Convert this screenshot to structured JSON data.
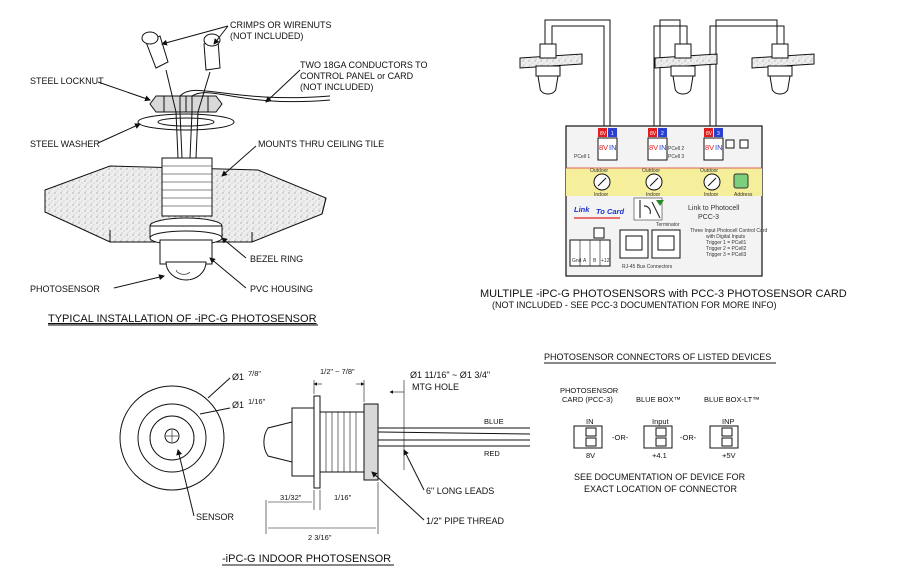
{
  "install": {
    "crimps": [
      "CRIMPS OR WIRENUTS",
      "(NOT INCLUDED)"
    ],
    "conductors": [
      "TWO 18GA CONDUCTORS TO",
      "CONTROL PANEL or CARD",
      "(NOT INCLUDED)"
    ],
    "steel_locknut": "STEEL LOCKNUT",
    "steel_washer": "STEEL WASHER",
    "mounts_thru": "MOUNTS THRU CEILING TILE",
    "bezel_ring": "BEZEL RING",
    "photosensor": "PHOTOSENSOR",
    "pvc_housing": "PVC HOUSING",
    "title": "TYPICAL INSTALLATION OF -iPC-G PHOTOSENSOR"
  },
  "multiple": {
    "title": "MULTIPLE -iPC-G PHOTOSENSORS with PCC-3 PHOTOSENSOR CARD",
    "subtitle": "(NOT INCLUDED - SEE PCC-3 DOCUMENTATION FOR MORE INFO)",
    "card": {
      "channels": [
        "1",
        "2",
        "3"
      ],
      "pin_8v": "8V",
      "pin_in": "IN",
      "pcell": [
        "PCell 1",
        "PCell 2",
        "PCell 3"
      ],
      "outdoor": "Outdoor",
      "indoor": "Indoor",
      "address": "Address",
      "link_to": "Link",
      "to_card": "To Card",
      "link_photocell": "Link to Photocell",
      "pcc3": "PCC-3",
      "terminator": "Terminator",
      "bus_connectors": "RJ-45 Bus Connectors",
      "notes": [
        "Three Input Photocell Control Card",
        "with Digital Inputs",
        "Trigger 1 = PCell1",
        "Trigger 2 = PCell2",
        "Trigger 3 = PCell3"
      ],
      "term_labels": [
        "Gnd",
        "A",
        "B",
        "+12"
      ]
    }
  },
  "indoor": {
    "dia1": "Ø1",
    "dia1_frac": "7/8\"",
    "dia2": "Ø1",
    "dia2_frac": "1/16\"",
    "dim_top": "1/2\" ~ 7/8\"",
    "mtg_hole_dia": "Ø1 11/16\" ~ Ø1 3/4\"",
    "mtg_hole": "MTG HOLE",
    "blue": "BLUE",
    "red": "RED",
    "leads": "6\" LONG LEADS",
    "pipe_thread": "1/2\" PIPE THREAD",
    "sensor": "SENSOR",
    "dim_31_32": "31/32\"",
    "dim_1_16": "1/16\"",
    "dim_overall": "2 3/16\"",
    "title": "-iPC-G INDOOR PHOTOSENSOR"
  },
  "connectors": {
    "title": "PHOTOSENSOR CONNECTORS OF LISTED DEVICES",
    "devices": [
      {
        "name": [
          "PHOTOSENSOR",
          "CARD (PCC-3)"
        ],
        "top": "IN",
        "bottom": "8V"
      },
      {
        "name": [
          "BLUE BOX™"
        ],
        "top": "Input",
        "bottom": "+4.1"
      },
      {
        "name": [
          "BLUE BOX-LT™"
        ],
        "top": "INP",
        "bottom": "+5V"
      }
    ],
    "or": "-OR-",
    "note": [
      "SEE DOCUMENTATION OF DEVICE FOR",
      "EXACT LOCATION OF CONNECTOR"
    ]
  },
  "colors": {
    "card_bg": "#f3f3f3",
    "card_yellow": "#f5ee9b",
    "channel_red": "#e02020",
    "channel_blue": "#2a3fd0",
    "link_blue": "#1a2fd0",
    "green_btn": "#7ccf7c"
  }
}
